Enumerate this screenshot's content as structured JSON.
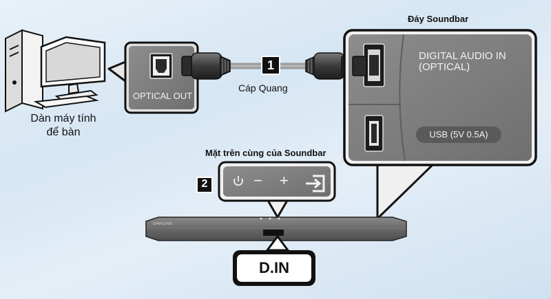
{
  "computer": {
    "label_line1": "Dàn máy tính",
    "label_line2": "để bàn"
  },
  "optical_port": {
    "label": "OPTICAL OUT"
  },
  "cable": {
    "step_number": "1",
    "label": "Cáp Quang"
  },
  "soundbar_bottom": {
    "title": "Đáy Soundbar",
    "digital_audio_in_line1": "DIGITAL AUDIO IN",
    "digital_audio_in_line2": "(OPTICAL)",
    "usb_label": "USB (5V 0.5A)"
  },
  "soundbar_top": {
    "title": "Mặt trên cùng của Soundbar",
    "step_number": "2",
    "minus_symbol": "−",
    "plus_symbol": "+"
  },
  "soundbar": {
    "brand": "SAMSUNG"
  },
  "display": {
    "text": "D.IN"
  }
}
